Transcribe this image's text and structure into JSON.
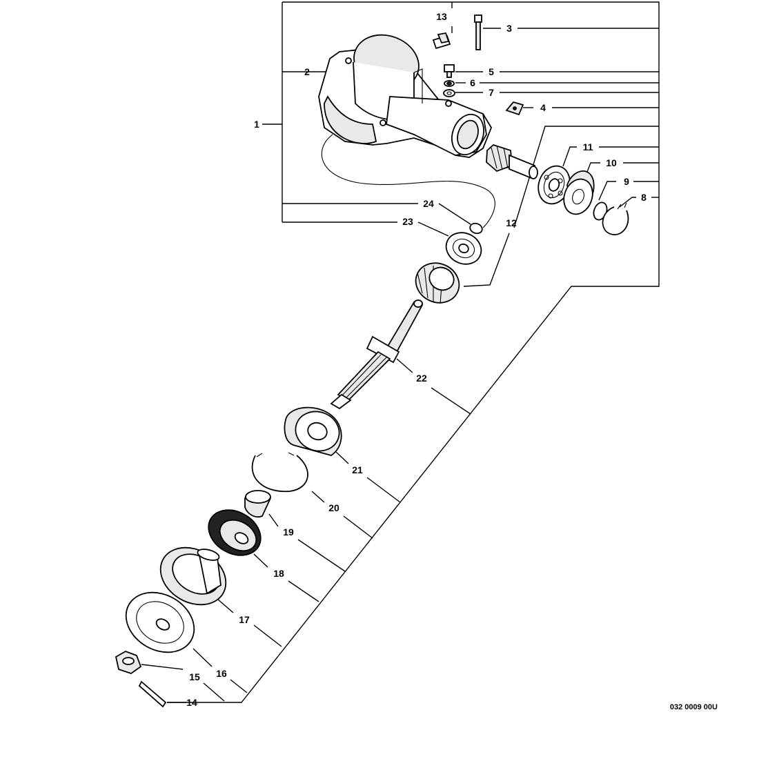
{
  "drawing_code": "032 0009 00U",
  "callouts": [
    "1",
    "2",
    "3",
    "4",
    "5",
    "6",
    "7",
    "8",
    "9",
    "10",
    "11",
    "12",
    "13",
    "14",
    "15",
    "16",
    "17",
    "18",
    "19",
    "20",
    "21",
    "22",
    "23",
    "24"
  ]
}
